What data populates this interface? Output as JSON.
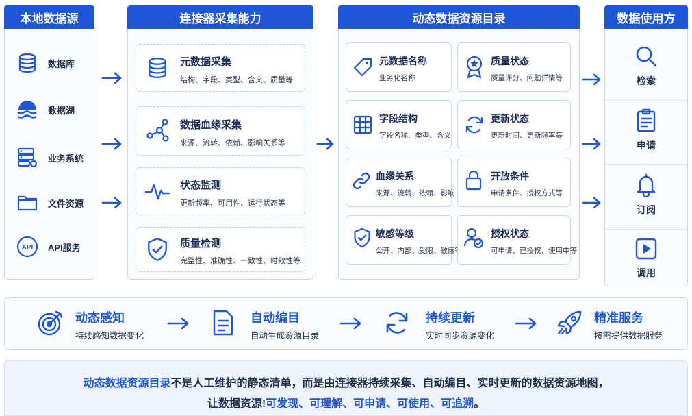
{
  "colors": {
    "accent": "#1f56d6",
    "panel_border": "#c9d6ef",
    "text": "#1f2d4a"
  },
  "local_sources": {
    "title": "本地数据源",
    "items": [
      {
        "label": "数据库",
        "icon": "database-icon"
      },
      {
        "label": "数据湖",
        "icon": "data-lake-icon"
      },
      {
        "label": "业务系统",
        "icon": "business-system-icon"
      },
      {
        "label": "文件资源",
        "icon": "folder-icon"
      },
      {
        "label": "API服务",
        "icon": "api-icon",
        "icon_text": "API"
      }
    ]
  },
  "connector": {
    "title": "连接器采集能力",
    "cards": [
      {
        "title": "元数据采集",
        "desc": "结构、字段、类型、含义、质量等",
        "icon": "database-icon"
      },
      {
        "title": "数据血缘采集",
        "desc": "来源、流转、依赖、影响关系等",
        "icon": "lineage-graph-icon"
      },
      {
        "title": "状态监测",
        "desc": "更新频率、可用性、运行状态等",
        "icon": "pulse-icon"
      },
      {
        "title": "质量检测",
        "desc": "完整性、准确性、一致性、时效性等",
        "icon": "shield-check-icon"
      }
    ]
  },
  "catalog": {
    "title": "动态数据资源目录",
    "cards": [
      {
        "title": "元数据名称",
        "desc": "业务化名称",
        "icon": "tag-icon"
      },
      {
        "title": "质量状态",
        "desc": "质量评分、问题详情等",
        "icon": "award-icon"
      },
      {
        "title": "字段结构",
        "desc": "字段名称、类型、含义",
        "icon": "table-icon"
      },
      {
        "title": "更新状态",
        "desc": "更新时间、更新频率等",
        "icon": "refresh-icon"
      },
      {
        "title": "血缘关系",
        "desc": "来源、流转、依赖、影响",
        "icon": "link-icon"
      },
      {
        "title": "开放条件",
        "desc": "申请条件、授权方式等",
        "icon": "lock-icon"
      },
      {
        "title": "敏感等级",
        "desc": "公开、内部、受限、敏感等",
        "icon": "shield-check-icon"
      },
      {
        "title": "授权状态",
        "desc": "可申请、已授权、使用中等",
        "icon": "user-check-icon"
      }
    ]
  },
  "usage": {
    "title": "数据使用方",
    "items": [
      {
        "label": "检索",
        "icon": "search-icon"
      },
      {
        "label": "申请",
        "icon": "clipboard-icon"
      },
      {
        "label": "订阅",
        "icon": "bell-icon"
      },
      {
        "label": "调用",
        "icon": "play-icon"
      }
    ]
  },
  "flow": [
    {
      "title": "动态感知",
      "desc": "持续感知数据变化",
      "icon": "target-icon"
    },
    {
      "title": "自动编目",
      "desc": "自动生成资源目录",
      "icon": "document-icon"
    },
    {
      "title": "持续更新",
      "desc": "实时同步资源变化",
      "icon": "sync-icon"
    },
    {
      "title": "精准服务",
      "desc": "按需提供数据服务",
      "icon": "rocket-icon"
    }
  ],
  "summary": {
    "line1_highlight": "动态数据资源目录",
    "line1_rest": "不是人工维护的静态清单，而是由连接器持续采集、自动编目、实时更新的数据资源地图，",
    "line2_prefix": "让数据资源!",
    "line2_highlight": "可发现、可理解、可申请、可使用、可追溯",
    "line2_suffix": "。"
  }
}
